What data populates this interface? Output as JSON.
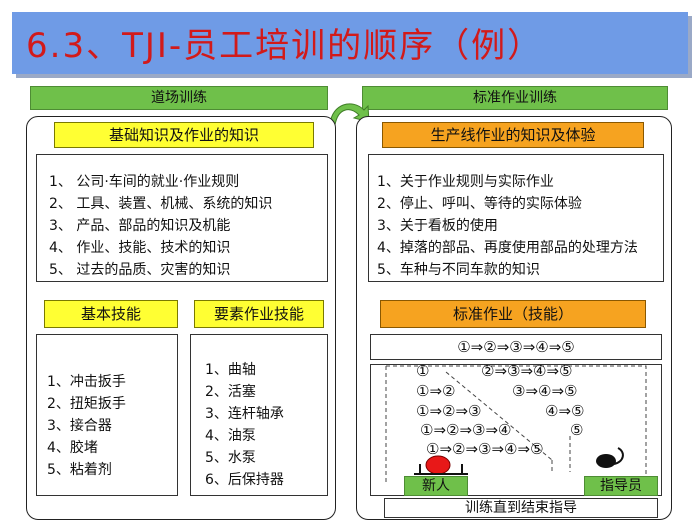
{
  "title": "6.3、TJI-员工培训的顺序（例）",
  "left": {
    "tab": "道场训练",
    "knowledge_header": "基础知识及作业的知识",
    "knowledge_items": [
      "1、 公司·车间的就业·作业规则",
      "2、 工具、装置、机械、系统的知识",
      "3、 产品、部品的知识及机能",
      "4、 作业、技能、技术的知识",
      " 5、 过去的品质、灾害的知识"
    ],
    "basic_header": "基本技能",
    "basic_items": [
      "1、冲击扳手",
      "2、扭矩扳手",
      "3、接合器",
      "4、胶堵",
      "5、粘着剂"
    ],
    "element_header": "要素作业技能",
    "element_items": [
      "1、曲轴",
      "2、活塞",
      "3、连杆轴承",
      "4、油泵",
      "5、水泵",
      "6、后保持器"
    ]
  },
  "right": {
    "tab": "标准作业训练",
    "knowledge_header": "生产线作业的知识及体验",
    "knowledge_items": [
      "1、关于作业规则与实际作业",
      "2、停止、呼叫、等待的实际体验",
      "3、关于看板的使用",
      "4、掉落的部品、再度使用部品的处理方法",
      "5、车种与不同车款的知识"
    ],
    "std_header": "标准作业（技能）",
    "std_sequence": "①⇒②⇒③⇒④⇒⑤",
    "diagram_rows": [
      {
        "left": "①",
        "right": "②⇒③⇒④⇒⑤"
      },
      {
        "left": "①⇒②",
        "right": "③⇒④⇒⑤"
      },
      {
        "left": "①⇒②⇒③",
        "right": "④⇒⑤"
      },
      {
        "left": "①⇒②⇒③⇒④",
        "right": "⑤"
      },
      {
        "left": "①⇒②⇒③⇒④⇒⑤",
        "right": ""
      }
    ],
    "newcomer_label": "新人",
    "instructor_label": "指导员",
    "footer": "训练直到结束指导"
  },
  "colors": {
    "title_bg": "#6f9be6",
    "title_text": "#d21a1a",
    "tab_green": "#6fc04a",
    "yellow_header": "#ffff33",
    "orange_header": "#f6a320",
    "newcomer_red": "#e81818"
  }
}
